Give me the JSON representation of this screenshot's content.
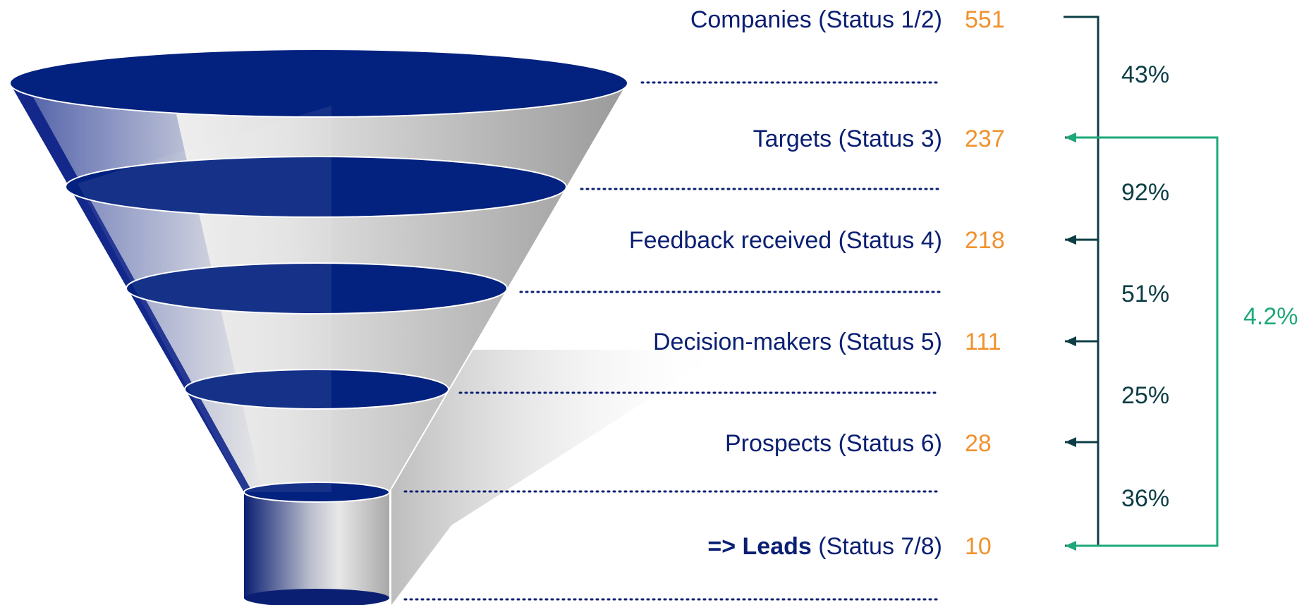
{
  "funnel": {
    "stages": [
      {
        "prefix": "",
        "bold": "",
        "label": "Companies (Status 1/2)",
        "count": "551"
      },
      {
        "prefix": "",
        "bold": "",
        "label": "Targets (Status 3)",
        "count": "237"
      },
      {
        "prefix": "",
        "bold": "",
        "label": "Feedback received (Status 4)",
        "count": "218"
      },
      {
        "prefix": "",
        "bold": "",
        "label": "Decision-makers (Status 5)",
        "count": "111"
      },
      {
        "prefix": "",
        "bold": "",
        "label": "Prospects (Status 6)",
        "count": "28"
      },
      {
        "prefix": "",
        "bold": "=> Leads",
        "label": " (Status 7/8)",
        "count": "10"
      }
    ],
    "step_rates": [
      "43%",
      "92%",
      "51%",
      "25%",
      "36%"
    ],
    "overall_rate": "4.2%"
  },
  "colors": {
    "navy": "#0a1f72",
    "orange": "#f0922e",
    "teal_dark": "#0d3d45",
    "green": "#1ea87a"
  }
}
